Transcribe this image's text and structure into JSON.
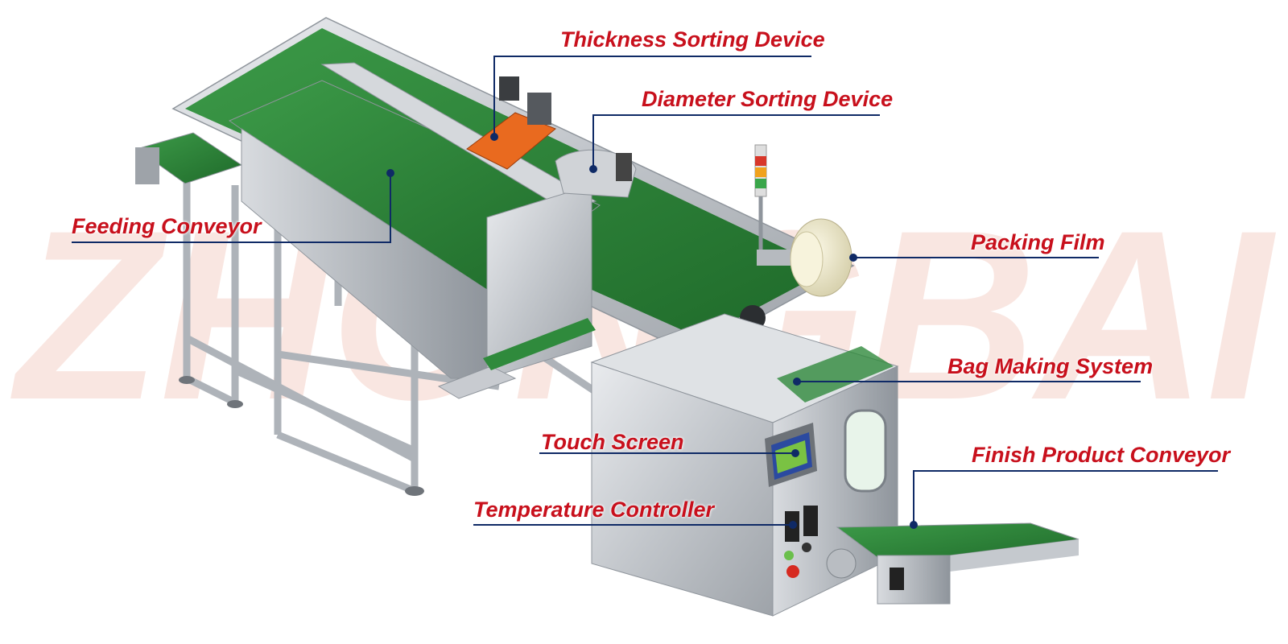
{
  "watermark": {
    "text": "ZHONGBAI",
    "color": "#f3c9bd"
  },
  "colors": {
    "label_text": "#c8101c",
    "leader_line": "#0f2a66",
    "belt_green": "#2f8a3c",
    "steel": "#c9ccd0",
    "orange": "#e96a1f"
  },
  "labels": [
    {
      "id": "thickness-sorting-device",
      "text": "Thickness Sorting Device"
    },
    {
      "id": "diameter-sorting-device",
      "text": "Diameter Sorting Device"
    },
    {
      "id": "feeding-conveyor",
      "text": "Feeding Conveyor"
    },
    {
      "id": "packing-film",
      "text": "Packing Film"
    },
    {
      "id": "bag-making-system",
      "text": "Bag Making System"
    },
    {
      "id": "touch-screen",
      "text": "Touch Screen"
    },
    {
      "id": "finish-product-conveyor",
      "text": "Finish Product Conveyor"
    },
    {
      "id": "temperature-controller",
      "text": "Temperature Controller"
    }
  ]
}
